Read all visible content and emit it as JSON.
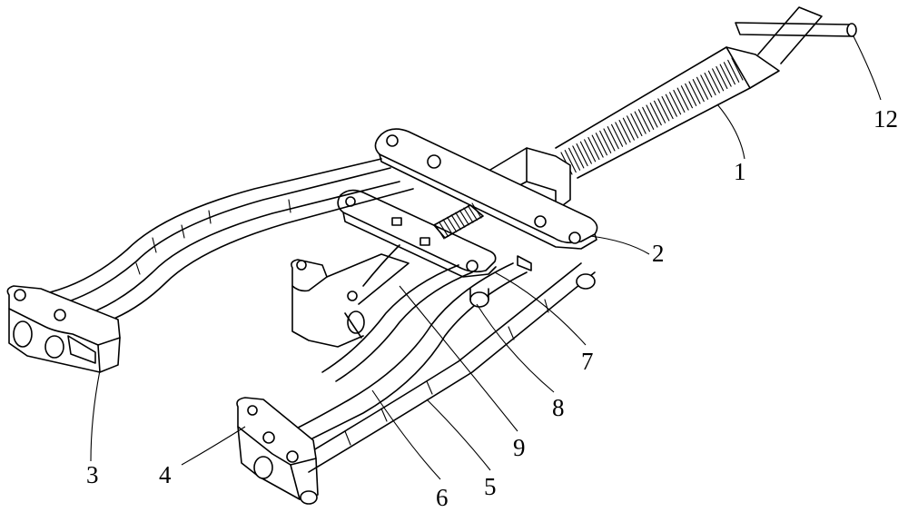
{
  "labels": {
    "p1": "1",
    "p2": "2",
    "p3": "3",
    "p4": "4",
    "p5": "5",
    "p6": "6",
    "p7": "7",
    "p8": "8",
    "p9": "9",
    "p12": "12"
  }
}
